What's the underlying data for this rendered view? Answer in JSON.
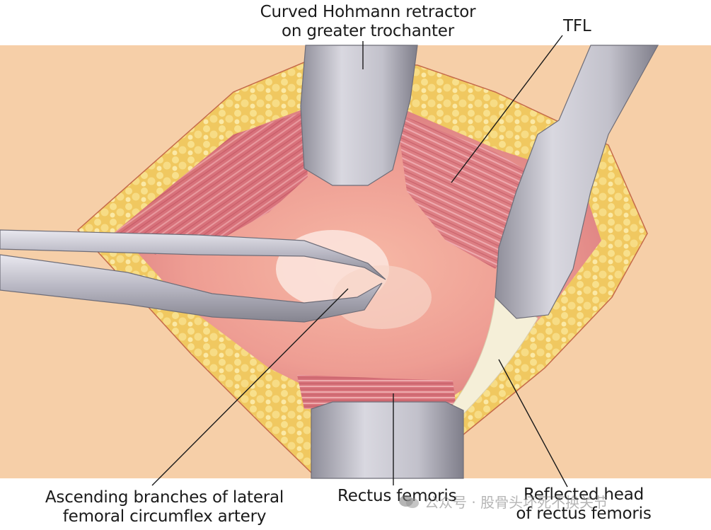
{
  "labels": {
    "retractor_top_line1": "Curved Hohmann retractor",
    "retractor_top_line2": "on greater trochanter",
    "tfl": "TFL",
    "artery_line1": "Ascending branches of lateral",
    "artery_line2": "femoral circumflex artery",
    "rectus_femoris": "Rectus femoris",
    "reflected_head_line1": "Reflected head",
    "reflected_head_line2": "of rectus femoris"
  },
  "watermark": {
    "text": "公众号 · 股骨头坏死不换关节",
    "icon": "wechat-icon"
  },
  "colors": {
    "skin": "#f6cfa8",
    "fat": "#f3d36e",
    "muscle": "#d9737a",
    "wound_base": "#f2a49a",
    "instrument": "#bdbcc6",
    "leader_line": "#1a1a1a"
  }
}
